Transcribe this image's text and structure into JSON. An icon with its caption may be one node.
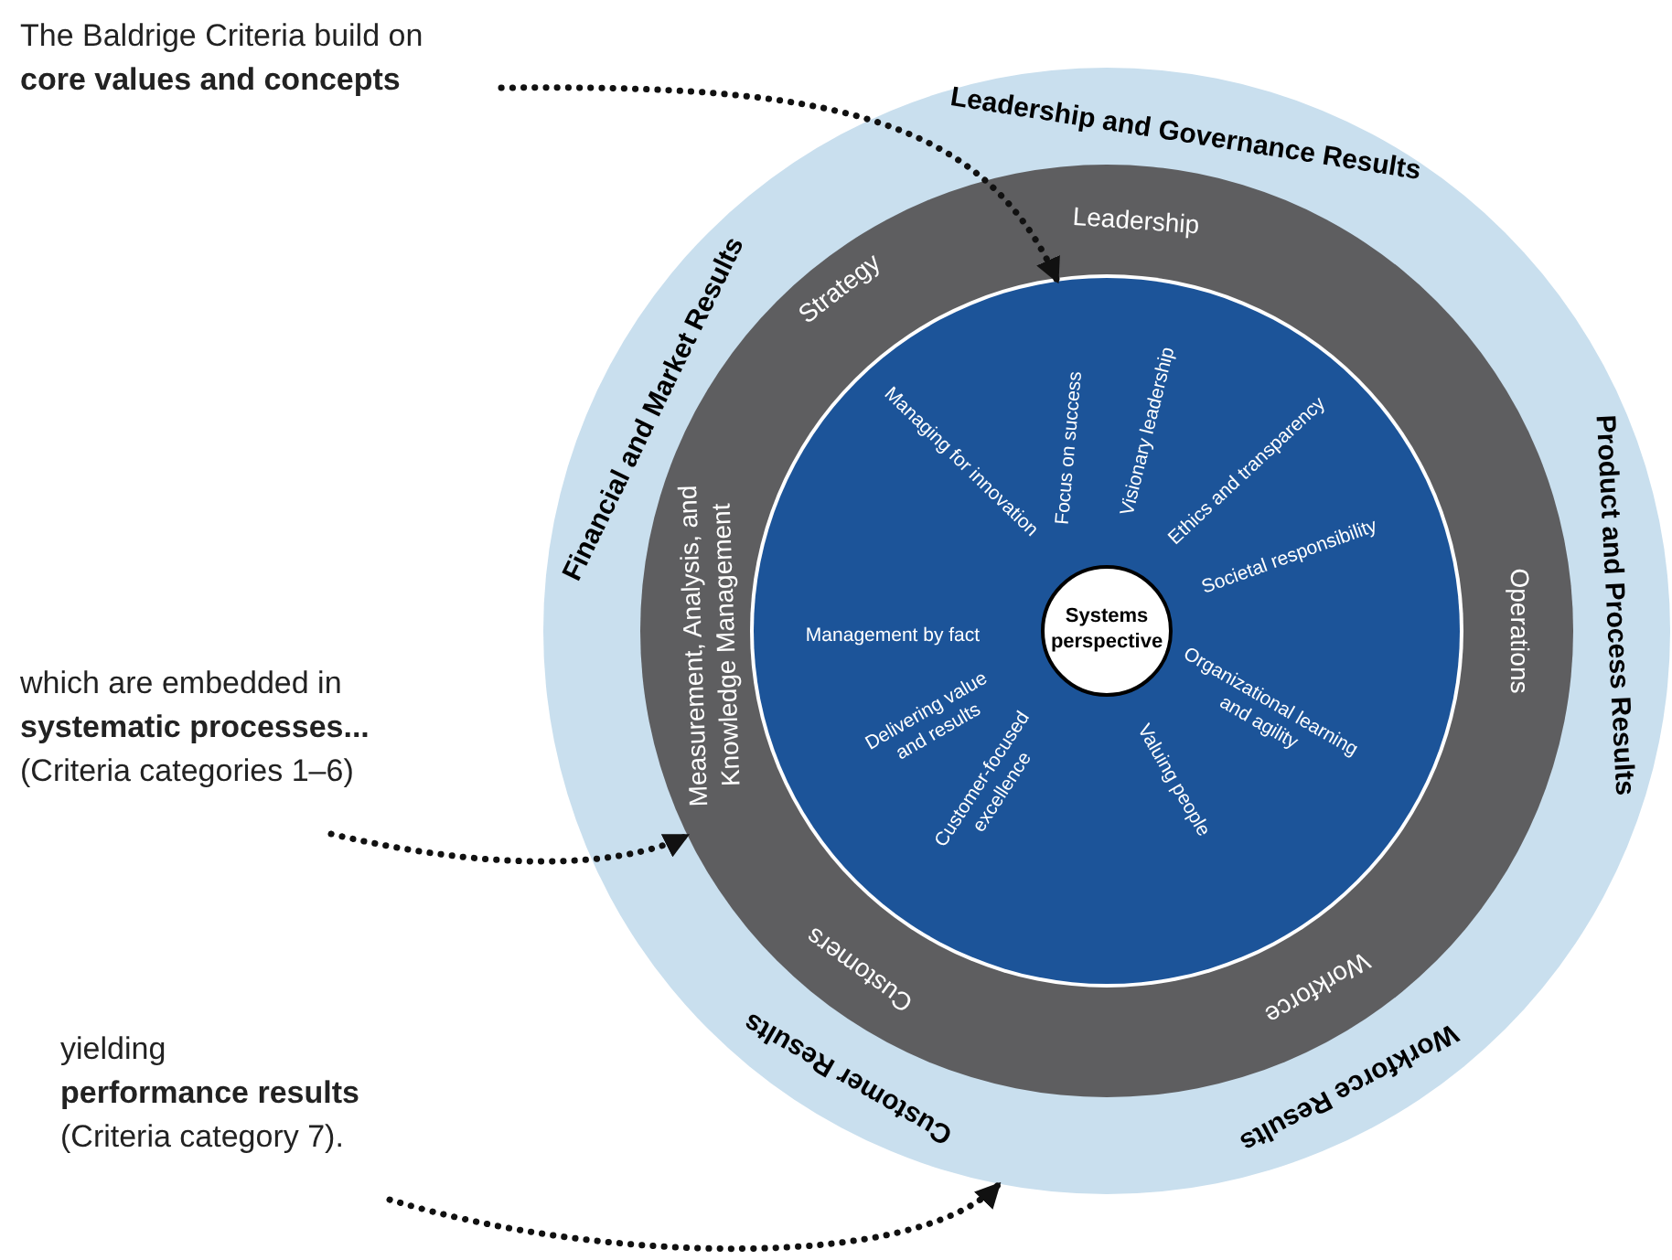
{
  "diagram": {
    "nodes": [
      {
        "text": [
          "The Baldrige Criteria build on **core values and concepts**"
        ]
      },
      {
        "text": [
          "which are embedded in **systematic processes...** (Criteria categories 1–6)"
        ]
      },
      {
        "text": [
          "yielding **performance results** (Criteria category 7)."
        ]
      },
      {
        "text": [],
        "shape": "circle"
      },
      {
        "text": [
          "Leadership and Governance Results"
        ],
        "in": 3
      },
      {
        "text": [
          "Product and Process Results"
        ],
        "in": 3
      },
      {
        "text": [
          "Workforce Results"
        ],
        "in": 3
      },
      {
        "text": [
          "Customer Results"
        ],
        "in": 3
      },
      {
        "text": [
          "Financial and Market Results"
        ],
        "in": 3
      },
      {
        "text": [],
        "shape": "circle",
        "in": 3
      },
      {
        "text": [
          "Leadership"
        ],
        "in": 9
      },
      {
        "text": [
          "Operations"
        ],
        "in": 9
      },
      {
        "text": [
          "Workforce"
        ],
        "in": 9
      },
      {
        "text": [
          "Customers"
        ],
        "in": 9
      },
      {
        "text": [
          "Measurement, Analysis, and Knowledge Management"
        ],
        "in": 9
      },
      {
        "text": [
          "Strategy"
        ],
        "in": 9
      },
      {
        "text": [
          "Managing for innovation",
          "Focus on success",
          "Visionary leadership",
          "Ethics and transparency",
          "Societal responsibility",
          "Organizational learning and agility",
          "Valuing people",
          "Customer-focused excellence",
          "Delivering value and results",
          "Management by fact"
        ],
        "in": 9
      },
      {
        "text": [
          "Systems perspective"
        ],
        "in": 16
      }
    ],
    "edges": [
      {
        "from": 0,
        "to": 16,
        "arrow": "to",
        "style": "dashed"
      },
      {
        "from": 1,
        "to": 9,
        "arrow": "to",
        "style": "dashed"
      },
      {
        "from": 2,
        "to": 3,
        "arrow": "to",
        "style": "dashed"
      }
    ]
  }
}
